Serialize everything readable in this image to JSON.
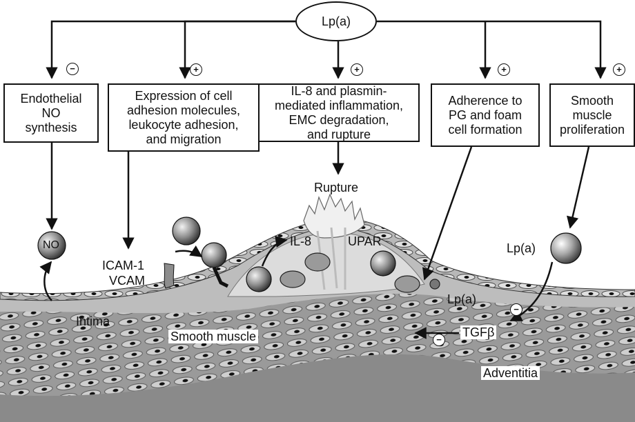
{
  "top": {
    "label": "Lp(a)"
  },
  "boxes": [
    {
      "id": "endothelial",
      "text": "Endothelial\nNO\nsynthesis",
      "sign": "−"
    },
    {
      "id": "adhesion",
      "text": "Expression of cell\nadhesion molecules,\nleukocyte adhesion,\nand migration",
      "sign": "+"
    },
    {
      "id": "il8",
      "text": "IL-8 and plasmin-\nmediated inflammation,\nEMC degradation,\nand rupture",
      "sign": "+"
    },
    {
      "id": "foam",
      "text": "Adherence to\nPG and foam\ncell formation",
      "sign": "+"
    },
    {
      "id": "smc",
      "text": "Smooth\nmuscle\nproliferation",
      "sign": "+"
    }
  ],
  "labels": {
    "rupture": "Rupture",
    "no": "NO",
    "icam": "ICAM-1",
    "vcam": "VCAM",
    "il8": "IL-8",
    "upar": "UPAR",
    "lpa_right": "Lp(a)",
    "lpa_vessel": "Lp(a)",
    "intima": "Intima",
    "smooth_muscle": "Smooth muscle",
    "tgfb": "TGFβ",
    "adventitia": "Adventitia"
  },
  "vessel_signs": {
    "lpa_to_tgf": "−",
    "tgf_to_smc": "−"
  }
}
